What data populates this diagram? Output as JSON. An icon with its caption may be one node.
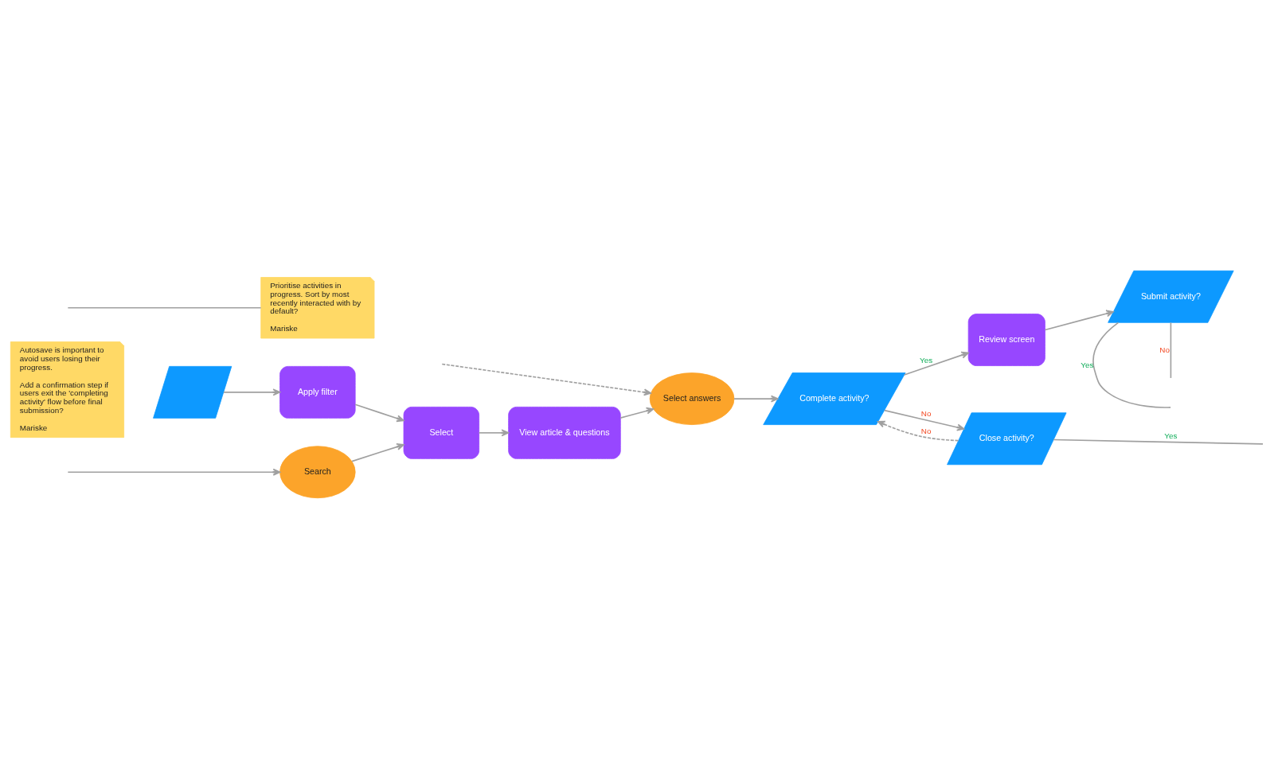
{
  "diagram": {
    "nodes": [
      {
        "text": [
          "Search"
        ]
      },
      {
        "text": [],
        "shape": "parallelogram"
      },
      {
        "text": [
          "Apply filter"
        ]
      },
      {
        "text": [
          "Select"
        ]
      },
      {
        "text": [
          "View article & questions"
        ]
      },
      {
        "text": [
          "Select answers"
        ]
      },
      {
        "text": [
          "Complete activity?"
        ]
      },
      {
        "text": [
          "Review screen"
        ]
      },
      {
        "text": [
          "Submit activity?"
        ]
      },
      {
        "text": [
          "Close activity?"
        ]
      },
      {
        "text": [
          "Autosave is important to avoid users losing their progress.",
          "Add a confirmation step if users exit the 'completing activity' flow before final submission?",
          "Mariske"
        ]
      },
      {
        "text": [
          "Prioritise activities in progress. Sort by most recently interacted with by default?",
          "Mariske"
        ]
      }
    ],
    "edges": [
      {
        "from": null,
        "to": 0,
        "arrow": "to"
      },
      {
        "from": 0,
        "to": 3,
        "arrow": "to"
      },
      {
        "from": 1,
        "to": 2,
        "arrow": "to"
      },
      {
        "from": 2,
        "to": 3,
        "arrow": "to"
      },
      {
        "from": 3,
        "to": 4,
        "arrow": "to"
      },
      {
        "from": 4,
        "to": 5,
        "arrow": "to"
      },
      {
        "from": 5,
        "to": 6,
        "arrow": "to"
      },
      {
        "from": 6,
        "to": 7,
        "arrow": "to",
        "label": "Yes"
      },
      {
        "from": 7,
        "to": 8,
        "arrow": "to"
      },
      {
        "from": 8,
        "to": null,
        "arrow": "none",
        "label": "Yes"
      },
      {
        "from": 8,
        "to": null,
        "arrow": "none",
        "label": "No"
      },
      {
        "from": 6,
        "to": 9,
        "arrow": "to",
        "label": "No"
      },
      {
        "from": 9,
        "to": null,
        "arrow": "none",
        "label": "Yes"
      },
      {
        "from": 9,
        "to": 6,
        "arrow": "to",
        "label": "No",
        "style": "dashed"
      },
      {
        "from": null,
        "to": 5,
        "arrow": "to",
        "style": "dashed"
      },
      {
        "from": null,
        "to": 11,
        "arrow": "none"
      }
    ]
  }
}
